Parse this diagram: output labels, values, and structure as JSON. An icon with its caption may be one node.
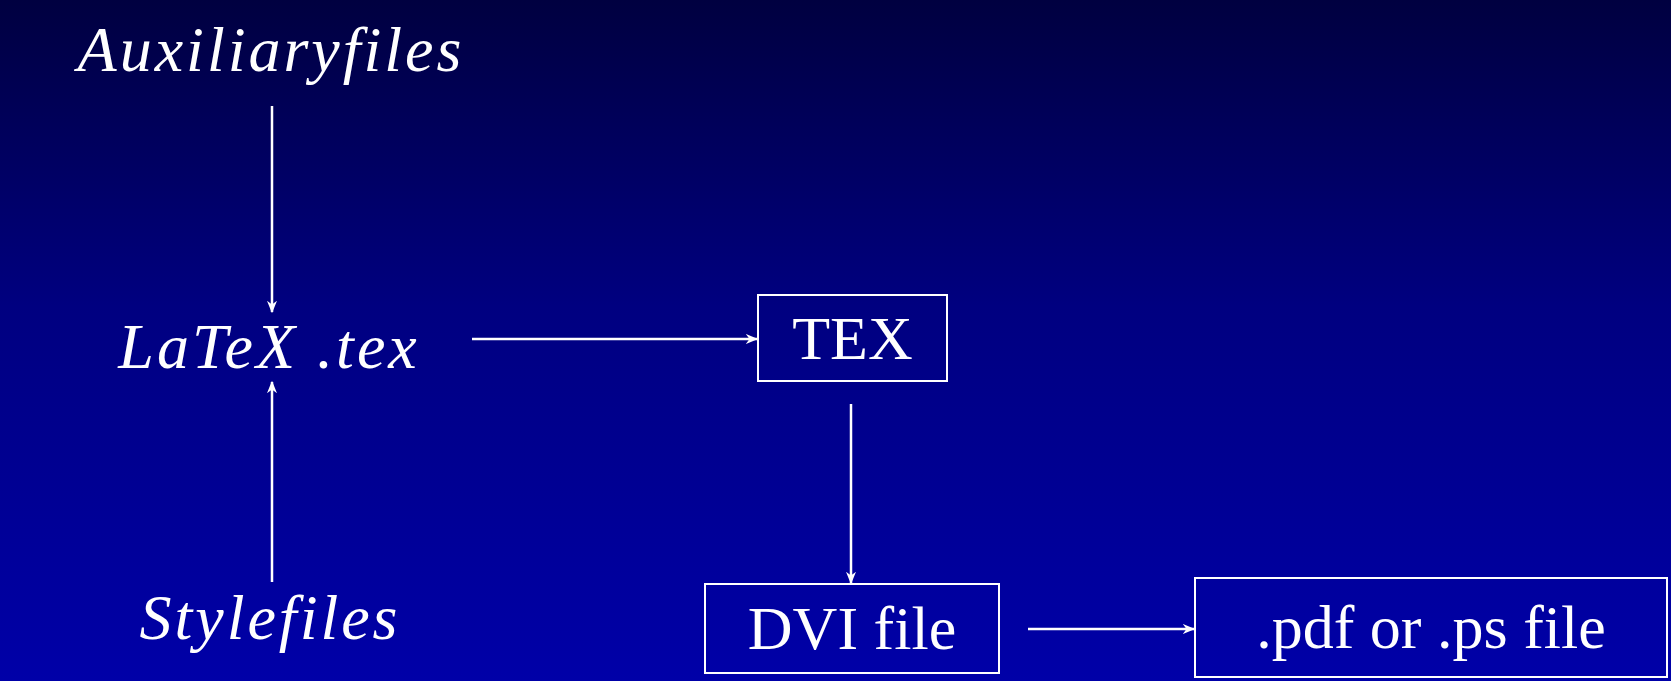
{
  "diagram": {
    "nodes": [
      {
        "text": [
          "Auxiliaryfiles"
        ]
      },
      {
        "text": [
          "LaTeX .tex"
        ]
      },
      {
        "text": [
          "TEX"
        ]
      },
      {
        "text": [
          "Stylefiles"
        ]
      },
      {
        "text": [
          "DVI file"
        ]
      },
      {
        "text": [
          ".pdf or .ps file"
        ]
      }
    ],
    "edges": [
      {
        "from": 0,
        "to": 1,
        "arrow": "to"
      },
      {
        "from": 3,
        "to": 1,
        "arrow": "to"
      },
      {
        "from": 1,
        "to": 2,
        "arrow": "to"
      },
      {
        "from": 2,
        "to": 4,
        "arrow": "to"
      },
      {
        "from": 4,
        "to": 5,
        "arrow": "to"
      }
    ]
  }
}
